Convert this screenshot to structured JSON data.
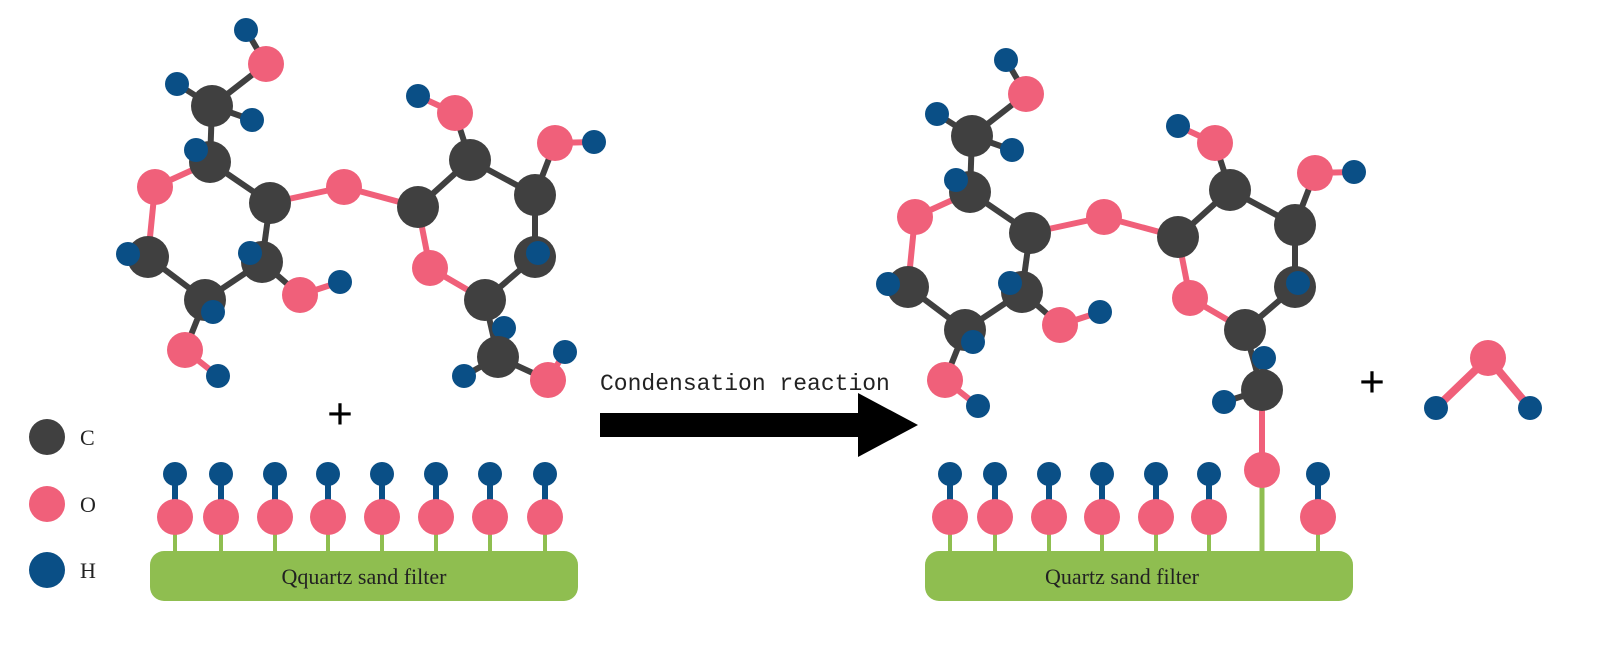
{
  "colors": {
    "carbon": "#404040",
    "oxygen": "#f0607a",
    "hydrogen": "#0a4f86",
    "filter": "#8fbe50",
    "arrow": "#000000"
  },
  "legend": [
    {
      "element": "carbon",
      "label": "C"
    },
    {
      "element": "oxygen",
      "label": "O"
    },
    {
      "element": "hydrogen",
      "label": "H"
    }
  ],
  "left_filter_label": "Qquartz sand filter",
  "right_filter_label": "Quartz sand filter",
  "arrow_label": "Condensation reaction",
  "plus_left": "+",
  "plus_right": "+"
}
